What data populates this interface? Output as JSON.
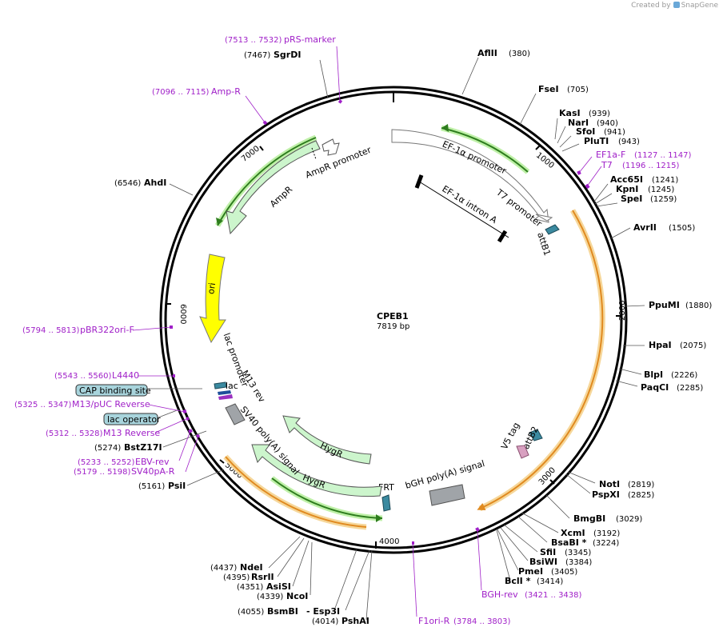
{
  "brand": {
    "created_by": "Created by",
    "name": "SnapGene"
  },
  "plasmid": {
    "name": "CPEB1",
    "length": "7819 bp"
  },
  "ticks": [
    "1000",
    "2000",
    "3000",
    "4000",
    "5000",
    "6000",
    "7000"
  ],
  "enzymes": [
    {
      "name": "AflII",
      "pos": "(380)"
    },
    {
      "name": "FseI",
      "pos": "(705)"
    },
    {
      "name": "KasI",
      "pos": "(939)"
    },
    {
      "name": "NarI",
      "pos": "(940)"
    },
    {
      "name": "SfoI",
      "pos": "(941)"
    },
    {
      "name": "PluTI",
      "pos": "(943)"
    },
    {
      "name": "Acc65I",
      "pos": "(1241)"
    },
    {
      "name": "KpnI",
      "pos": "(1245)"
    },
    {
      "name": "SpeI",
      "pos": "(1259)"
    },
    {
      "name": "AvrII",
      "pos": "(1505)"
    },
    {
      "name": "PpuMI",
      "pos": "(1880)"
    },
    {
      "name": "HpaI",
      "pos": "(2075)"
    },
    {
      "name": "BlpI",
      "pos": "(2226)"
    },
    {
      "name": "PaqCI",
      "pos": "(2285)"
    },
    {
      "name": "NotI",
      "pos": "(2819)"
    },
    {
      "name": "PspXI",
      "pos": "(2825)"
    },
    {
      "name": "BmgBI",
      "pos": "(3029)"
    },
    {
      "name": "XcmI",
      "pos": "(3192)"
    },
    {
      "name": "BsaBI *",
      "pos": "(3224)"
    },
    {
      "name": "SfiI",
      "pos": "(3345)"
    },
    {
      "name": "BsiWI",
      "pos": "(3384)"
    },
    {
      "name": "PmeI",
      "pos": "(3405)"
    },
    {
      "name": "BclI *",
      "pos": "(3414)"
    },
    {
      "name": "PshAI",
      "pos": "(4014)"
    },
    {
      "name": "- Esp3I",
      "pos": ""
    },
    {
      "name": "BsmBI",
      "pos": "(4055)"
    },
    {
      "name": "NcoI",
      "pos": "(4339)"
    },
    {
      "name": "AsiSI",
      "pos": "(4351)"
    },
    {
      "name": "RsrII",
      "pos": "(4395)"
    },
    {
      "name": "NdeI",
      "pos": "(4437)"
    },
    {
      "name": "PsiI",
      "pos": "(5161)"
    },
    {
      "name": "BstZ17I",
      "pos": "(5274)"
    },
    {
      "name": "AhdI",
      "pos": "(6546)"
    },
    {
      "name": "SgrDI",
      "pos": "(7467)"
    }
  ],
  "primers": [
    {
      "name": "pRS-marker",
      "range": "(7513 .. 7532)"
    },
    {
      "name": "Amp-R",
      "range": "(7096 .. 7115)"
    },
    {
      "name": "EF1a-F",
      "range": "(1127 .. 1147)"
    },
    {
      "name": "T7",
      "range": "(1196 .. 1215)"
    },
    {
      "name": "pBR322ori-F",
      "range": "(5794 .. 5813)"
    },
    {
      "name": "L4440",
      "range": "(5543 .. 5560)"
    },
    {
      "name": "M13/pUC Reverse",
      "range": "(5325 .. 5347)"
    },
    {
      "name": "M13 Reverse",
      "range": "(5312 .. 5328)"
    },
    {
      "name": "EBV-rev",
      "range": "(5233 .. 5252)"
    },
    {
      "name": "SV40pA-R",
      "range": "(5179 .. 5198)"
    },
    {
      "name": "BGH-rev",
      "range": "(3421 .. 3438)"
    },
    {
      "name": "F1ori-R",
      "range": "(3784 .. 3803)"
    }
  ],
  "boxed_features": [
    "CAP binding site",
    "lac operator"
  ],
  "features": {
    "ef1a_promoter": "EF-1α promoter",
    "ef1a_intron": "EF-1α intron A",
    "t7_promoter": "T7 promoter",
    "attb1": "attB1",
    "attb2": "attB2",
    "v5_tag": "V5 tag",
    "bgh": "bGH poly(A) signal",
    "frt": "FRT",
    "hygr": "HygR",
    "sv40": "SV40 poly(A) signal",
    "m13rev": "M13 rev",
    "lac_promoter": "lac promoter",
    "ori": "ori",
    "ampr": "AmpR",
    "ampr_promoter": "AmpR promoter"
  },
  "colors": {
    "primer": "#a020c8",
    "orange": "#f0a830",
    "green": "#3a9a2a",
    "light_green": "#ccf5cc",
    "yellow": "#ffff00",
    "gray": "#a0a4a8",
    "teal": "#3b8aa0",
    "pink": "#d8a0c0",
    "box": "#a8d4dc"
  }
}
